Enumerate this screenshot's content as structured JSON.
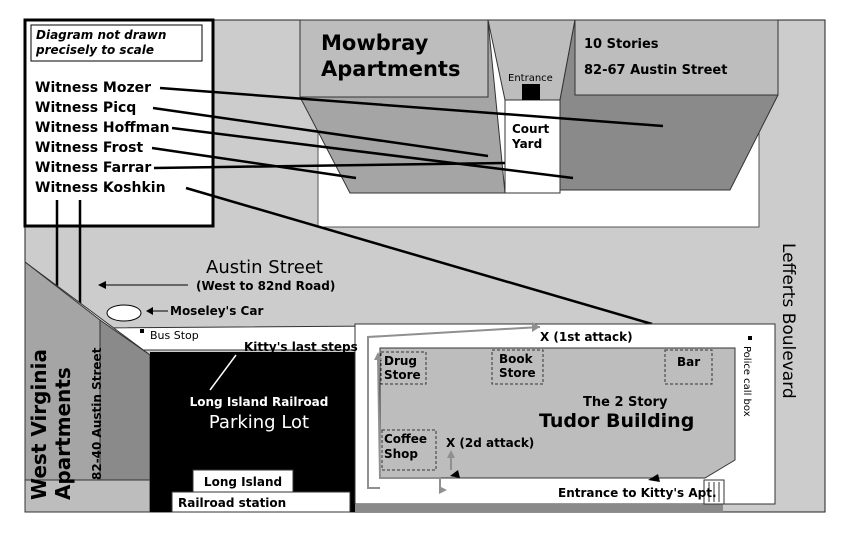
{
  "note": "Diagram not drawn\nprecisely to scale",
  "witnesses": [
    "Witness Mozer",
    "Witness Picq",
    "Witness Hoffman",
    "Witness Frost",
    "Witness Farrar",
    "Witness Koshkin"
  ],
  "mowbray": {
    "name_line1": "Mowbray",
    "name_line2": "Apartments",
    "stories": "10 Stories",
    "address": "82-67 Austin Street",
    "entrance": "Entrance",
    "court_yard_1": "Court",
    "court_yard_2": "Yard"
  },
  "streets": {
    "austin": "Austin Street",
    "austin_sub": "(West to 82nd Road)",
    "lefferts": "Lefferts Boulevard",
    "austin_vertical": "82-40 Austin Street"
  },
  "labels": {
    "moseley_car": "Moseley's Car",
    "bus_stop": "Bus Stop",
    "last_steps": "Kitty's last steps",
    "first_attack": "X (1st attack)",
    "second_attack": "X (2d attack)",
    "police_box": "Police call box",
    "kitty_apt": "Entrance to Kitty's Apt."
  },
  "west_virginia": {
    "line1": "West Virginia",
    "line2": "Apartments"
  },
  "lirr": {
    "title": "Long Island Railroad",
    "subtitle": "Parking Lot",
    "station_1": "Long Island",
    "station_2": "Railroad station"
  },
  "tudor": {
    "caption": "The 2 Story",
    "name": "Tudor Building",
    "drug_1": "Drug",
    "drug_2": "Store",
    "book_1": "Book",
    "book_2": "Store",
    "bar": "Bar",
    "coffee_1": "Coffee",
    "coffee_2": "Shop"
  },
  "colors": {
    "street": "#cccccc",
    "building_light": "#bdbdbd",
    "building_mid": "#a5a5a5",
    "building_dark": "#8a8a8a",
    "lot": "#000000",
    "path": "#909090"
  }
}
